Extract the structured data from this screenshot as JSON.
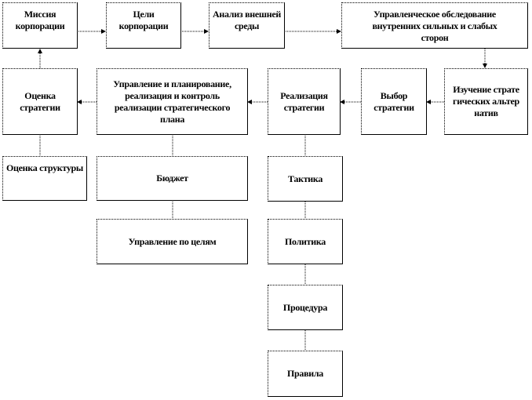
{
  "diagram": {
    "boxes": {
      "mission": "Миссия корпорации",
      "goals": "Цели корпорации",
      "external_analysis": "Анализ внешней среды",
      "internal_audit": "Управленческое обследование внутренних сильных и слабых сторон",
      "alternatives": "Изучение стратегических альтернатив",
      "choice": "Выбор стратегии",
      "implementation": "Реализация стратегии",
      "planning_control": "Управление и планирование, реализация и контроль реализации стратегического плана",
      "evaluation": "Оценка стратегии",
      "structure_evaluation": "Оценка структуры",
      "budget": "Бюджет",
      "mbo": "Управление по целям",
      "tactics": "Тактика",
      "policy": "Политика",
      "procedure": "Процедура",
      "rules": "Правила"
    }
  }
}
